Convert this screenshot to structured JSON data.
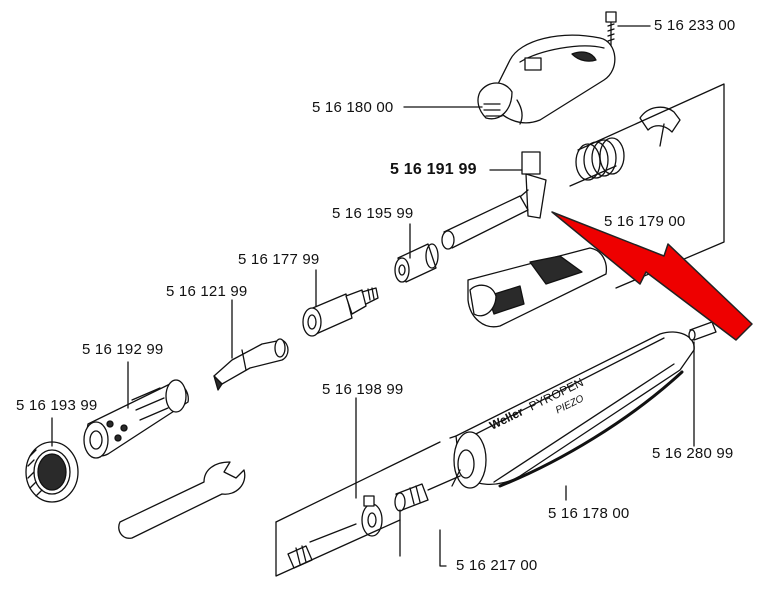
{
  "parts": {
    "screw": "5 16 233 00",
    "top_cap": "5 16 180 00",
    "lever": "5 16 191 99",
    "housing_shell": "5 16 179 00",
    "sleeve": "5 16 195 99",
    "burner": "5 16 177 99",
    "tip": "5 16 121 99",
    "shroud": "5 16 192 99",
    "nut": "5 16 193 99",
    "valve_set": "5 16 198 99",
    "pin": "5 16 280 99",
    "handle": "5 16 178 00",
    "jet": "5 16 217 00"
  },
  "branding": {
    "brand": "Weller",
    "model": "PYROPEN",
    "variant": "PIEZO"
  },
  "colors": {
    "line": "#111111",
    "arrow_fill": "#ee0000",
    "arrow_stroke": "#222222",
    "shading": "#2a2a2a"
  }
}
